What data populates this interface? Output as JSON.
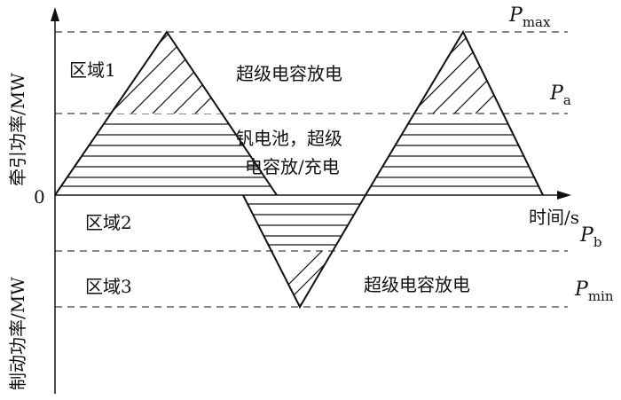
{
  "axes": {
    "y_upper_label": "牵引功率/MW",
    "y_lower_label": "制动功率/MW",
    "x_label": "时间/s",
    "origin_label": "0"
  },
  "levels": {
    "p_max": {
      "symbol": "P",
      "sub": "max"
    },
    "p_a": {
      "symbol": "P",
      "sub": "a"
    },
    "p_b": {
      "symbol": "P",
      "sub": "b"
    },
    "p_min": {
      "symbol": "P",
      "sub": "min"
    }
  },
  "regions": {
    "region1": "区域1",
    "region2": "区域2",
    "region3": "区域3"
  },
  "annotations": {
    "upper_supercap": "超级电容放电",
    "middle_line1": "钒电池，超级",
    "middle_line2": "电容放/充电",
    "lower_supercap": "超级电容放电"
  }
}
